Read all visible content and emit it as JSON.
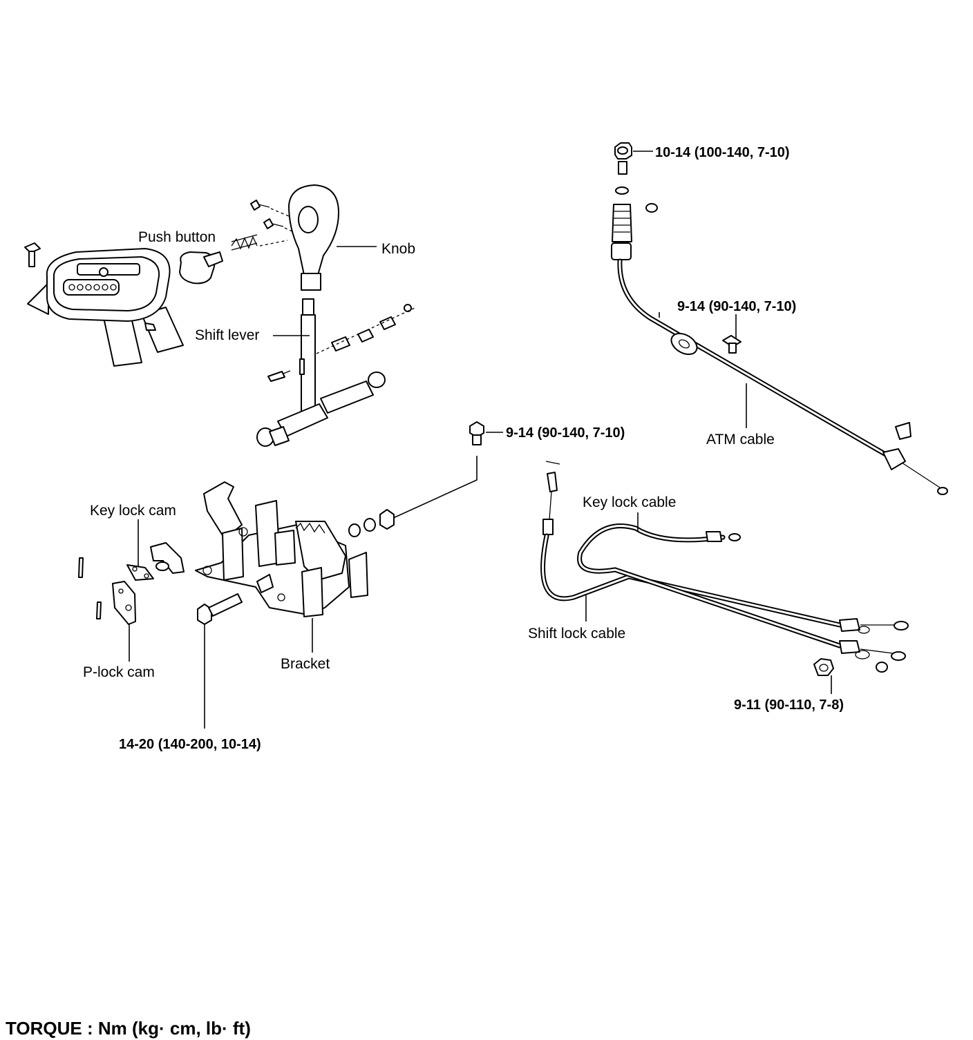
{
  "labels": {
    "push_button": "Push button",
    "knob": "Knob",
    "shift_lever": "Shift lever",
    "atm_cable": "ATM cable",
    "key_lock_cam": "Key lock cam",
    "key_lock_cable": "Key lock cable",
    "shift_lock_cable": "Shift lock cable",
    "p_lock_cam": "P-lock cam",
    "bracket": "Bracket"
  },
  "torques": {
    "cable_top_nut": "10-14 (100-140, 7-10)",
    "cable_bracket_bolt": "9-14 (90-140, 7-10)",
    "bracket_bolt": "9-14 (90-140, 7-10)",
    "shift_lock_nut": "9-11 (90-110, 7-8)",
    "lever_pivot_bolt": "14-20 (140-200, 10-14)"
  },
  "footer": {
    "torque_units": "TORQUE : Nm (kg· cm, lb· ft)"
  }
}
